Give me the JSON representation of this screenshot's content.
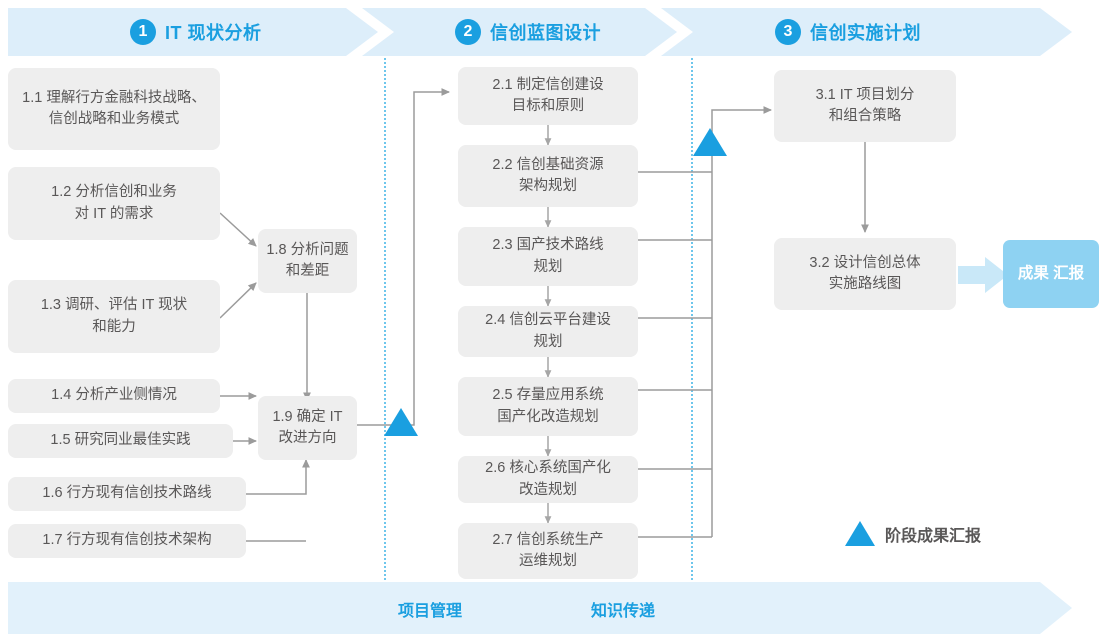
{
  "phases": [
    {
      "num": "1",
      "title": "IT 现状分析"
    },
    {
      "num": "2",
      "title": "信创蓝图设计"
    },
    {
      "num": "3",
      "title": "信创实施计划"
    }
  ],
  "colors": {
    "accent": "#1a9fe0",
    "banner_fill": "#ddeefa",
    "box_fill": "#eeeeee",
    "box_text": "#595757",
    "result_fill": "#8ed2f2",
    "connector": "#9b9b9b",
    "divider": "#4ab8e8"
  },
  "phase1": {
    "boxes": [
      {
        "id": "1.1",
        "line1": "1.1 理解行方金融科技战略、",
        "line2": "信创战略和业务模式"
      },
      {
        "id": "1.2",
        "line1": "1.2 分析信创和业务",
        "line2": "对 IT 的需求"
      },
      {
        "id": "1.3",
        "line1": "1.3 调研、评估 IT 现状",
        "line2": "和能力"
      },
      {
        "id": "1.4",
        "line1": "1.4 分析产业侧情况",
        "line2": ""
      },
      {
        "id": "1.5",
        "line1": "1.5 研究同业最佳实践",
        "line2": ""
      },
      {
        "id": "1.6",
        "line1": "1.6 行方现有信创技术路线",
        "line2": ""
      },
      {
        "id": "1.7",
        "line1": "1.7 行方现有信创技术架构",
        "line2": ""
      },
      {
        "id": "1.8",
        "line1": "1.8 分析问题",
        "line2": "和差距"
      },
      {
        "id": "1.9",
        "line1": "1.9 确定 IT",
        "line2": "改进方向"
      }
    ]
  },
  "phase2": {
    "boxes": [
      {
        "id": "2.1",
        "line1": "2.1 制定信创建设",
        "line2": "目标和原则"
      },
      {
        "id": "2.2",
        "line1": "2.2 信创基础资源",
        "line2": "架构规划"
      },
      {
        "id": "2.3",
        "line1": "2.3 国产技术路线",
        "line2": "规划"
      },
      {
        "id": "2.4",
        "line1": "2.4 信创云平台建设",
        "line2": "规划"
      },
      {
        "id": "2.5",
        "line1": "2.5 存量应用系统",
        "line2": "国产化改造规划"
      },
      {
        "id": "2.6",
        "line1": "2.6 核心系统国产化",
        "line2": "改造规划"
      },
      {
        "id": "2.7",
        "line1": "2.7 信创系统生产",
        "line2": "运维规划"
      }
    ]
  },
  "phase3": {
    "boxes": [
      {
        "id": "3.1",
        "line1": "3.1 IT 项目划分",
        "line2": "和组合策略"
      },
      {
        "id": "3.2",
        "line1": "3.2 设计信创总体",
        "line2": "实施路线图"
      }
    ],
    "result": {
      "line1": "成果",
      "line2": "汇报"
    }
  },
  "legend": {
    "icon": "triangle-up-icon",
    "label": "阶段成果汇报"
  },
  "bottom_bar": {
    "labels": [
      "项目管理",
      "知识传递"
    ]
  },
  "milestones": [
    {
      "name": "milestone-phase1-end"
    },
    {
      "name": "milestone-phase2-end"
    }
  ]
}
